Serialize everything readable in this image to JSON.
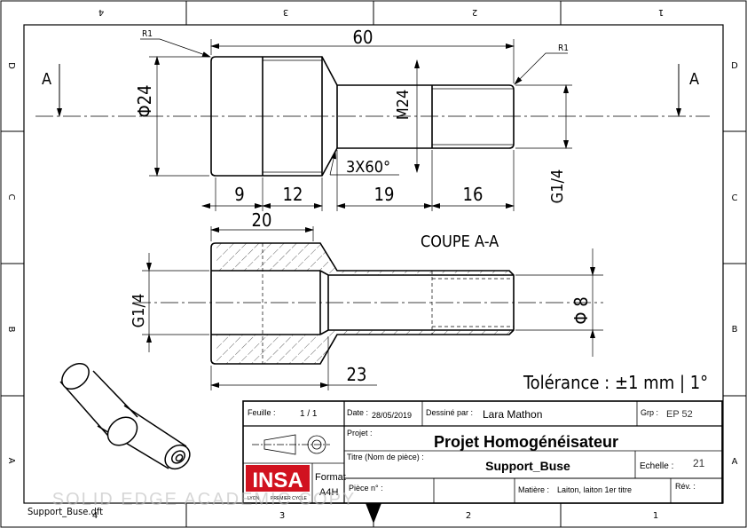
{
  "border": {
    "cols_top": [
      "4",
      "3",
      "2",
      "1"
    ],
    "cols_bottom": [
      "4",
      "3",
      "2",
      "1"
    ],
    "rows_left": [
      "D",
      "C",
      "B",
      "A"
    ],
    "rows_right": [
      "D",
      "C",
      "B",
      "A"
    ]
  },
  "drawing": {
    "section_marker_left": "A",
    "section_marker_right": "A",
    "radius_left": "R1",
    "radius_right": "R1",
    "dim_overall": "60",
    "dim_dia": "Φ24",
    "dim_thread": "M24",
    "dim_chamfer": "3X60°",
    "dim_g14_top": "G1/4",
    "dim_9": "9",
    "dim_12": "12",
    "dim_19": "19",
    "dim_16": "16",
    "dim_20": "20",
    "dim_g14_section": "G1/4",
    "dim_bore": "Φ 8",
    "dim_23": "23",
    "section_title": "COUPE A-A",
    "tolerance": "Tolérance : ±1 mm | 1°"
  },
  "title_block": {
    "feuille_label": "Feuille :",
    "feuille_value": "1 / 1",
    "date_label": "Date :",
    "date_value": "28/05/2019",
    "dessine_label": "Dessiné par :",
    "dessine_value": "Lara Mathon",
    "grp_label": "Grp :",
    "grp_value": "EP 52",
    "projet_label": "Projet :",
    "projet_value": "Projet Homogénéisateur",
    "titre_label": "Titre (Nom de pièce) :",
    "titre_value": "Support_Buse",
    "echelle_label": "Echelle :",
    "echelle_value": "21",
    "logo_text": "INSA",
    "logo_sub_left": "LYON",
    "logo_sub_right": "PREMIER CYCLE",
    "format_label": "Format",
    "format_value": "A4H",
    "piece_label": "Pièce n° :",
    "matiere_label": "Matière :",
    "matiere_value": "Laiton, laiton 1er titre",
    "rev_label": "Rév. :"
  },
  "watermark": "SOLID EDGE ACADEMIC COPY",
  "filename": "Support_Buse.dft"
}
